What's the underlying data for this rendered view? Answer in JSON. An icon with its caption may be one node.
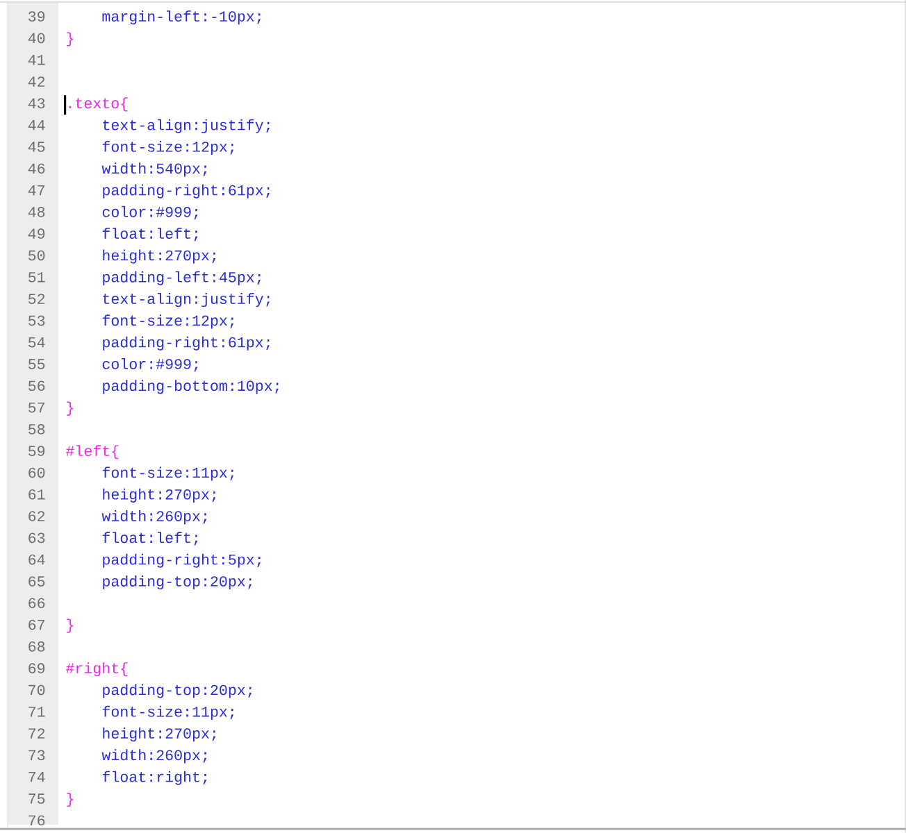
{
  "diagram": {
    "labels": [
      "39",
      "margin-left:-10px;",
      "40",
      "}",
      "41",
      "42",
      "43",
      ".texto{",
      "44",
      "text-align:justify;",
      "45",
      "font-size:12px;",
      "46",
      "width:540px;",
      "47",
      "padding-right:61px;",
      "48",
      "color:#999;",
      "49",
      "float:left;",
      "50",
      "height:270px;",
      "51",
      "padding-left:45px;",
      "52",
      "text-align:justify;",
      "53",
      "font-size:12px;",
      "54",
      "padding-right:61px;",
      "55",
      "color:#999;",
      "56",
      "padding-bottom:10px;",
      "57",
      "}",
      "58",
      "59",
      "#left{",
      "60",
      "font-size:11px;",
      "61",
      "height:270px;",
      "62",
      "width:260px;",
      "63",
      "float:left;",
      "64",
      "padding-right:5px;",
      "65",
      "padding-top:20px;",
      "66",
      "67",
      "}",
      "68",
      "69",
      "#right{",
      "70",
      "padding-top:20px;",
      "71",
      "font-size:11px;",
      "72",
      "height:270px;",
      "73",
      "width:260px;",
      "74",
      "float:right;",
      "75",
      "}",
      "76"
    ]
  }
}
